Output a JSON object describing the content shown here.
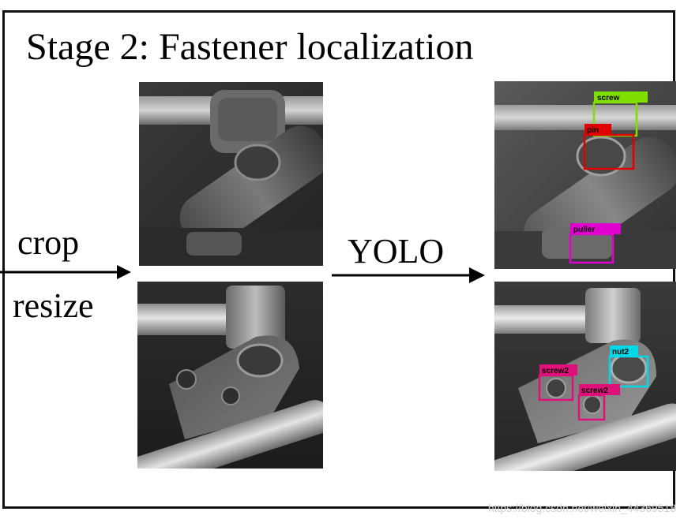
{
  "diagram": {
    "title": "Stage 2: Fastener localization",
    "labels": {
      "crop": "crop",
      "resize": "resize",
      "yolo": "YOLO"
    },
    "watermark": "https://blog.csdn.net/weixin_44369518",
    "detections": {
      "top": [
        {
          "label": "screw",
          "color": "#7fe000"
        },
        {
          "label": "pin",
          "color": "#e00000"
        },
        {
          "label": "puller",
          "color": "#e000d0"
        }
      ],
      "bottom": [
        {
          "label": "nut2",
          "color": "#00d8e8"
        },
        {
          "label": "screw2",
          "color": "#e0107a"
        },
        {
          "label": "screw2",
          "color": "#e0107a"
        }
      ]
    }
  }
}
